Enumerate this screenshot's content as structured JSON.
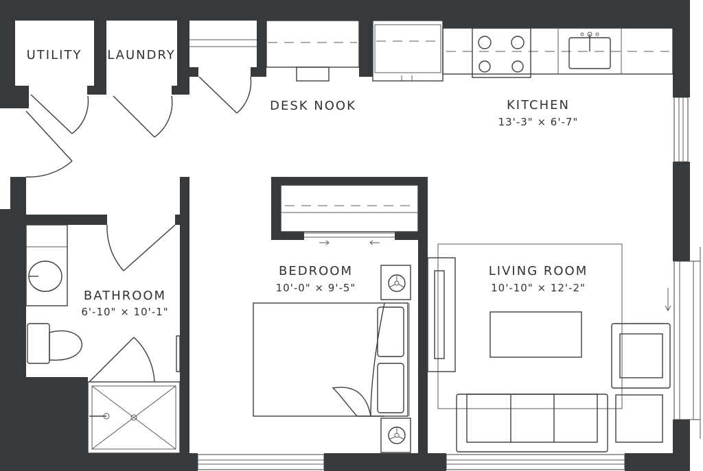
{
  "rooms": {
    "utility": {
      "name": "UTILITY"
    },
    "laundry": {
      "name": "LAUNDRY"
    },
    "desk_nook": {
      "name": "DESK NOOK"
    },
    "kitchen": {
      "name": "KITCHEN",
      "dimensions": "13'-3\" × 6'-7\""
    },
    "bathroom": {
      "name": "BATHROOM",
      "dimensions": "6'-10\" × 10'-1\""
    },
    "bedroom": {
      "name": "BEDROOM",
      "dimensions": "10'-0\" × 9'-5\""
    },
    "living_room": {
      "name": "LIVING ROOM",
      "dimensions": "10'-10\" × 12'-2\""
    }
  },
  "colors": {
    "wall": "#363a3c",
    "background": "#ffffff",
    "text": "#2f3234"
  }
}
